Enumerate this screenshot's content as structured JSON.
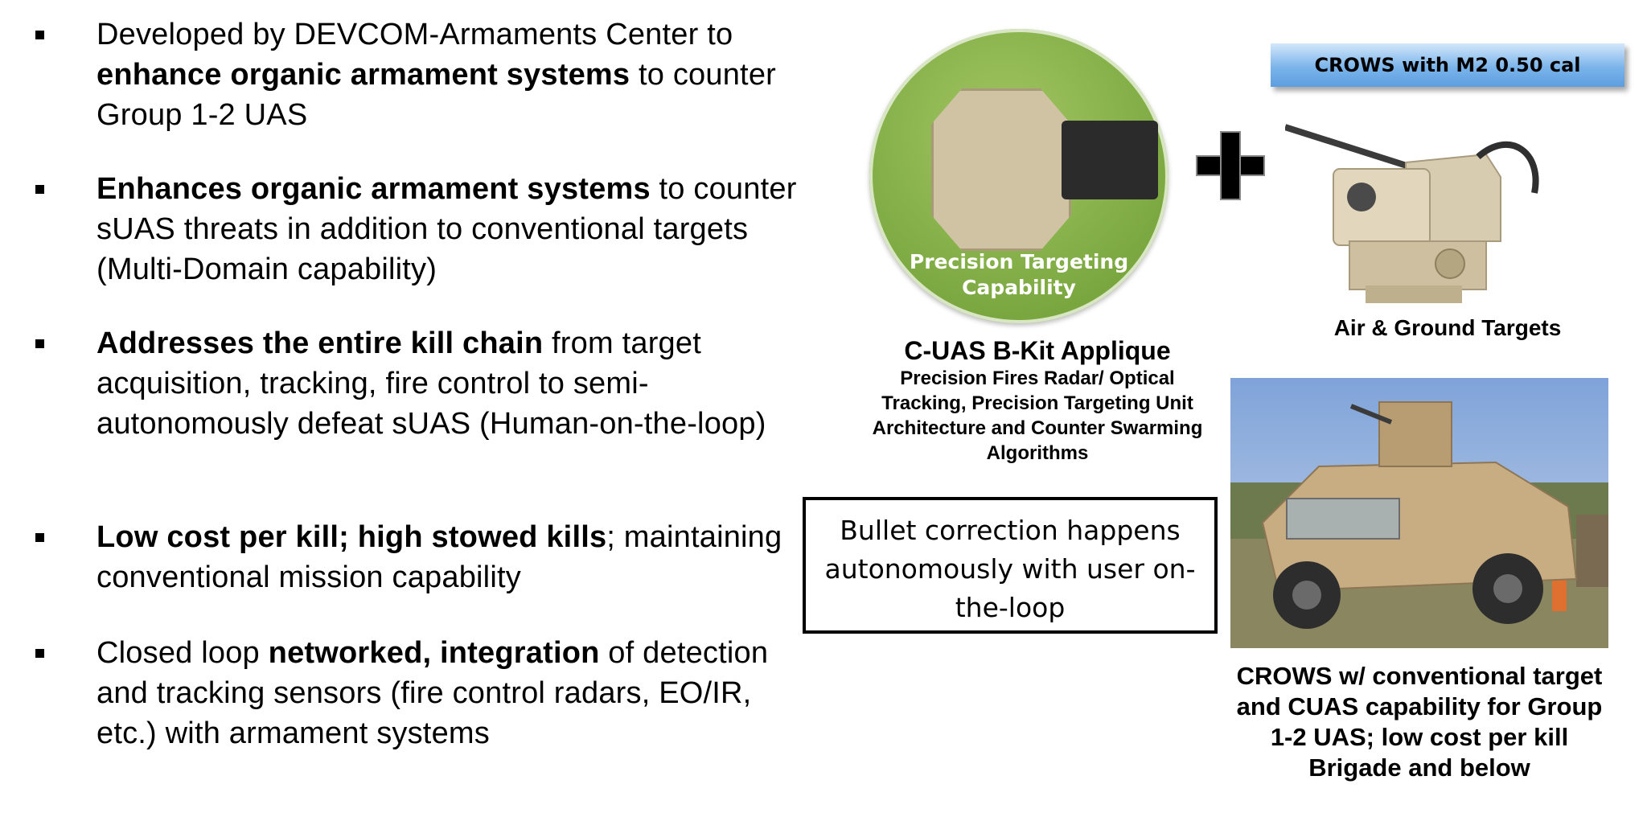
{
  "bullets": [
    {
      "parts": [
        {
          "text": "Developed by DEVCOM-Armaments Center to ",
          "bold": false
        },
        {
          "text": "enhance organic armament systems",
          "bold": true
        },
        {
          "text": " to counter Group 1-2 UAS",
          "bold": false
        }
      ]
    },
    {
      "parts": [
        {
          "text": "Enhances organic armament systems",
          "bold": true
        },
        {
          "text": " to counter sUAS threats in addition to conventional targets (Multi-Domain capability)",
          "bold": false
        }
      ]
    },
    {
      "parts": [
        {
          "text": "Addresses the entire kill chain",
          "bold": true
        },
        {
          "text": " from target acquisition, tracking, fire control to semi-autonomously defeat sUAS (Human-on-the-loop)",
          "bold": false
        }
      ]
    },
    {
      "parts": [
        {
          "text": "Low cost per kill; high stowed kills",
          "bold": true
        },
        {
          "text": "; maintaining conventional mission capability",
          "bold": false
        }
      ]
    },
    {
      "parts": [
        {
          "text": "Closed loop ",
          "bold": false
        },
        {
          "text": "networked, integration",
          "bold": true
        },
        {
          "text": " of detection and tracking sensors (fire control radars, EO/IR, etc.) with armament systems",
          "bold": false
        }
      ]
    }
  ],
  "circle": {
    "label": "Precision Targeting Capability"
  },
  "crows_badge": "CROWS with M2 0.50 cal",
  "air_ground_label": "Air & Ground Targets",
  "cuas": {
    "title": "C-UAS B-Kit Applique",
    "description": "Precision Fires Radar/ Optical Tracking, Precision Targeting Unit Architecture and Counter Swarming Algorithms"
  },
  "callout": "Bullet correction happens autonomously with user on-the-loop",
  "crows_caption": "CROWS w/ conventional target and CUAS capability for Group 1-2 UAS; low cost per kill Brigade and below",
  "icons": [
    "plus-icon"
  ],
  "colors": {
    "circle_green": "#86b14a",
    "badge_blue": "#7bb4ea"
  }
}
